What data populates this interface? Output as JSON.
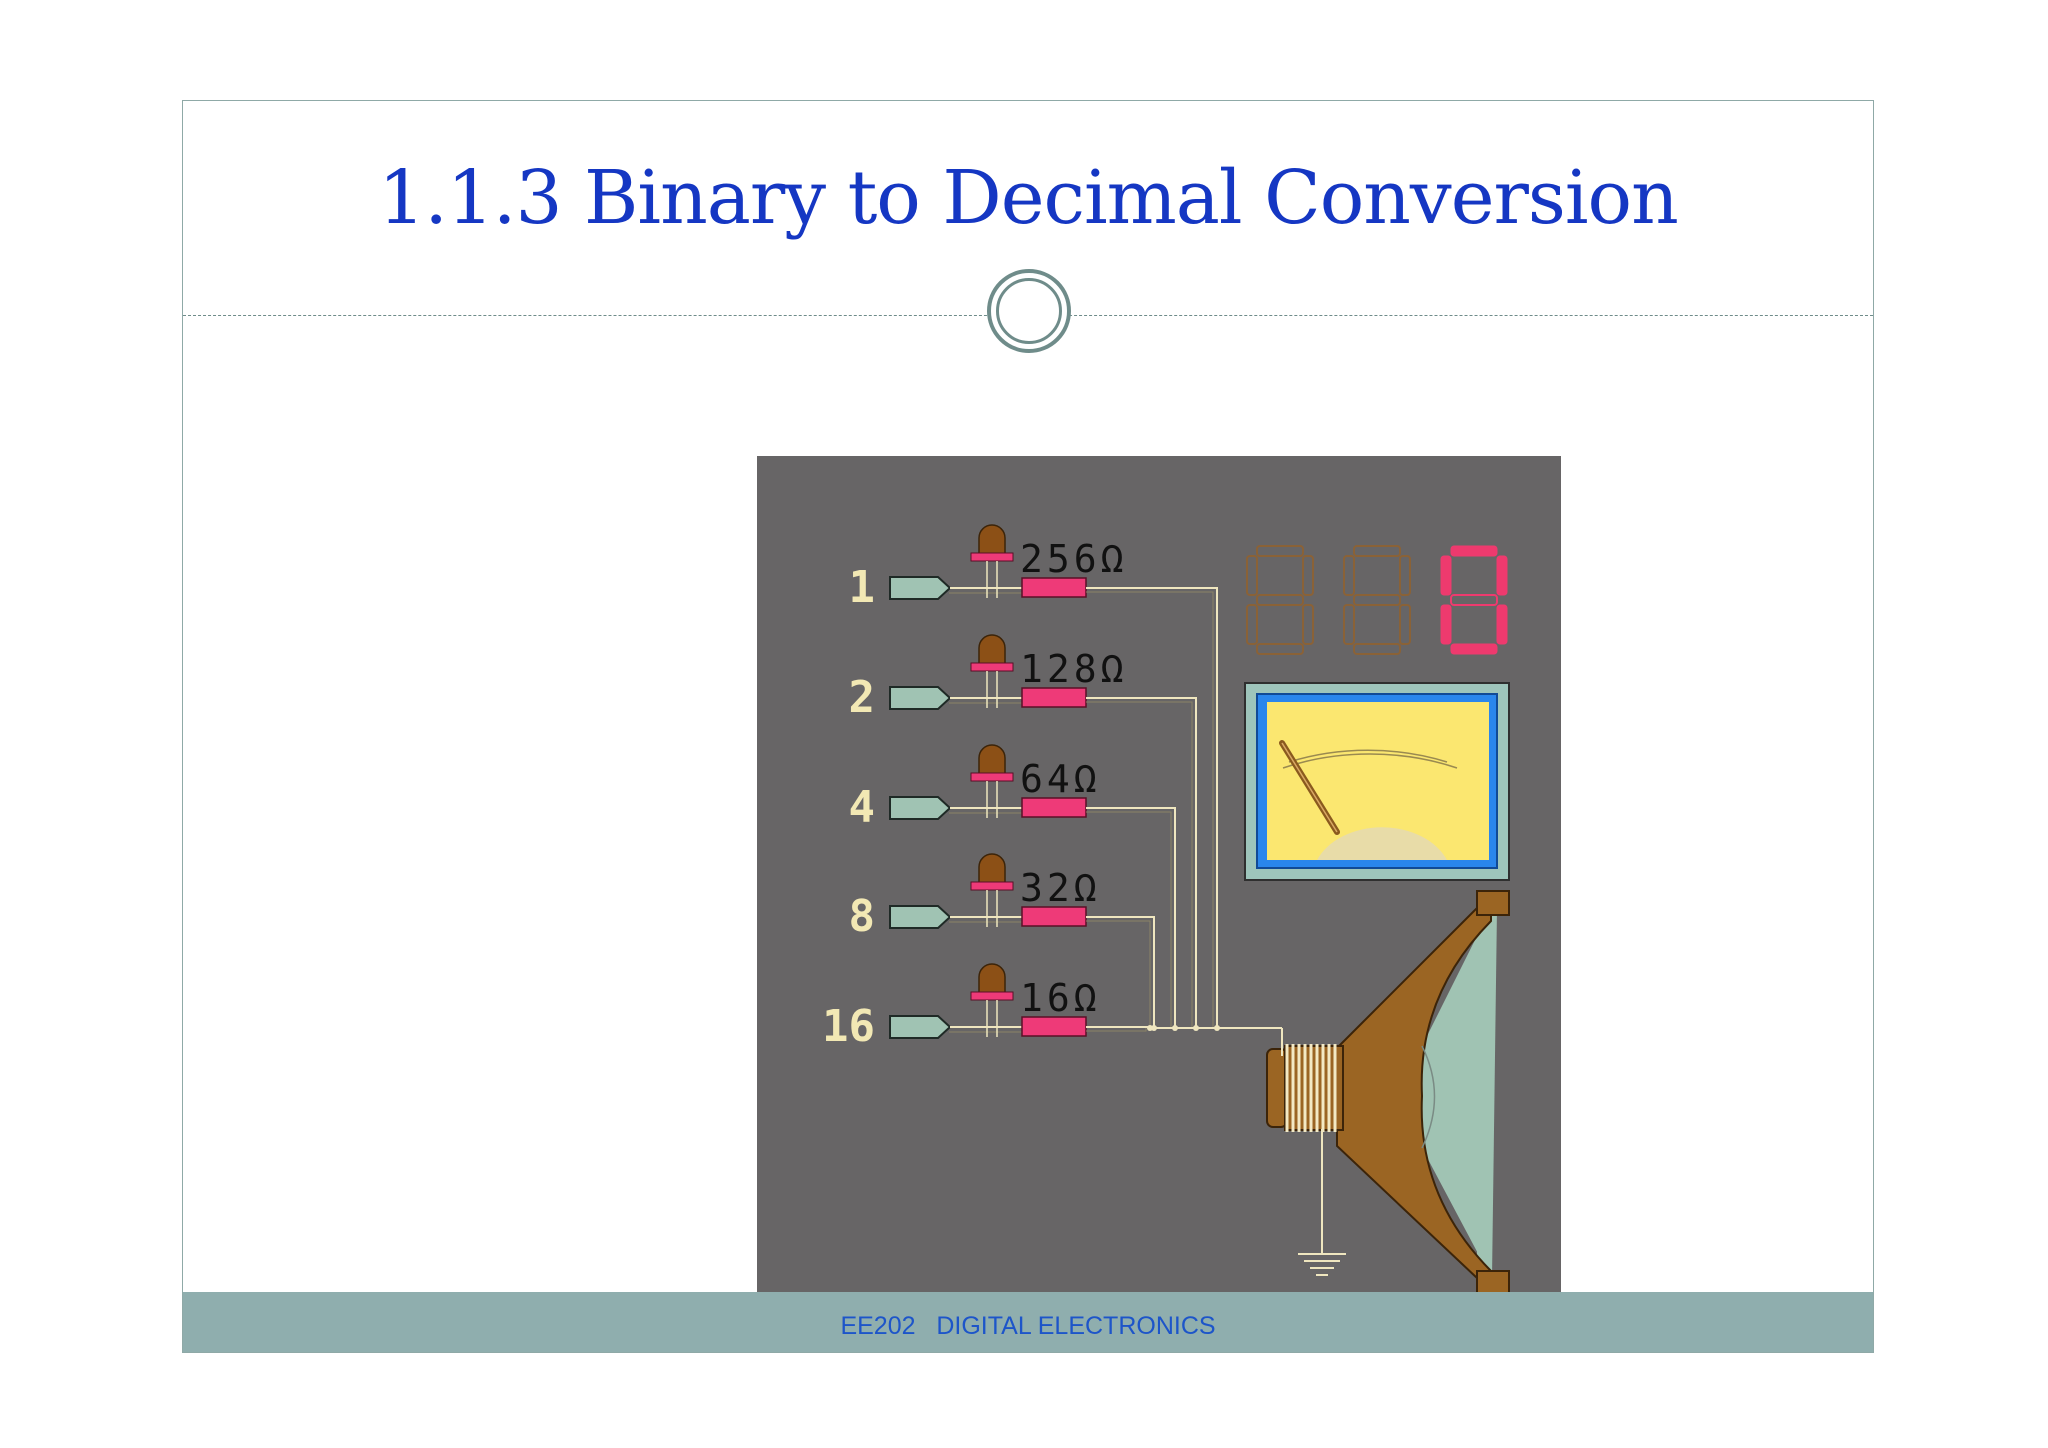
{
  "slide": {
    "title": "1.1.3 Binary to Decimal Conversion",
    "footer": "EE202   DIGITAL ELECTRONICS"
  },
  "circuit": {
    "inputs": [
      {
        "bit": "1",
        "resistor": "256Ω"
      },
      {
        "bit": "2",
        "resistor": "128Ω"
      },
      {
        "bit": "4",
        "resistor": "64Ω"
      },
      {
        "bit": "8",
        "resistor": "32Ω"
      },
      {
        "bit": "16",
        "resistor": "16Ω"
      }
    ],
    "display_digit": "0",
    "colors": {
      "panel": "#676566",
      "wire": "#efe6bf",
      "resistor": "#ee3a78",
      "led_body": "#8c5016",
      "display_on": "#ee3a6e",
      "display_off": "#8a6237",
      "meter_face": "#fbe770",
      "meter_frame": "#2a86ec",
      "speaker_cone": "#9b6523",
      "speaker_membrane": "#a0c3b3"
    }
  },
  "icons": [
    "ground-icon",
    "speaker-icon",
    "meter-icon",
    "led-icon"
  ]
}
